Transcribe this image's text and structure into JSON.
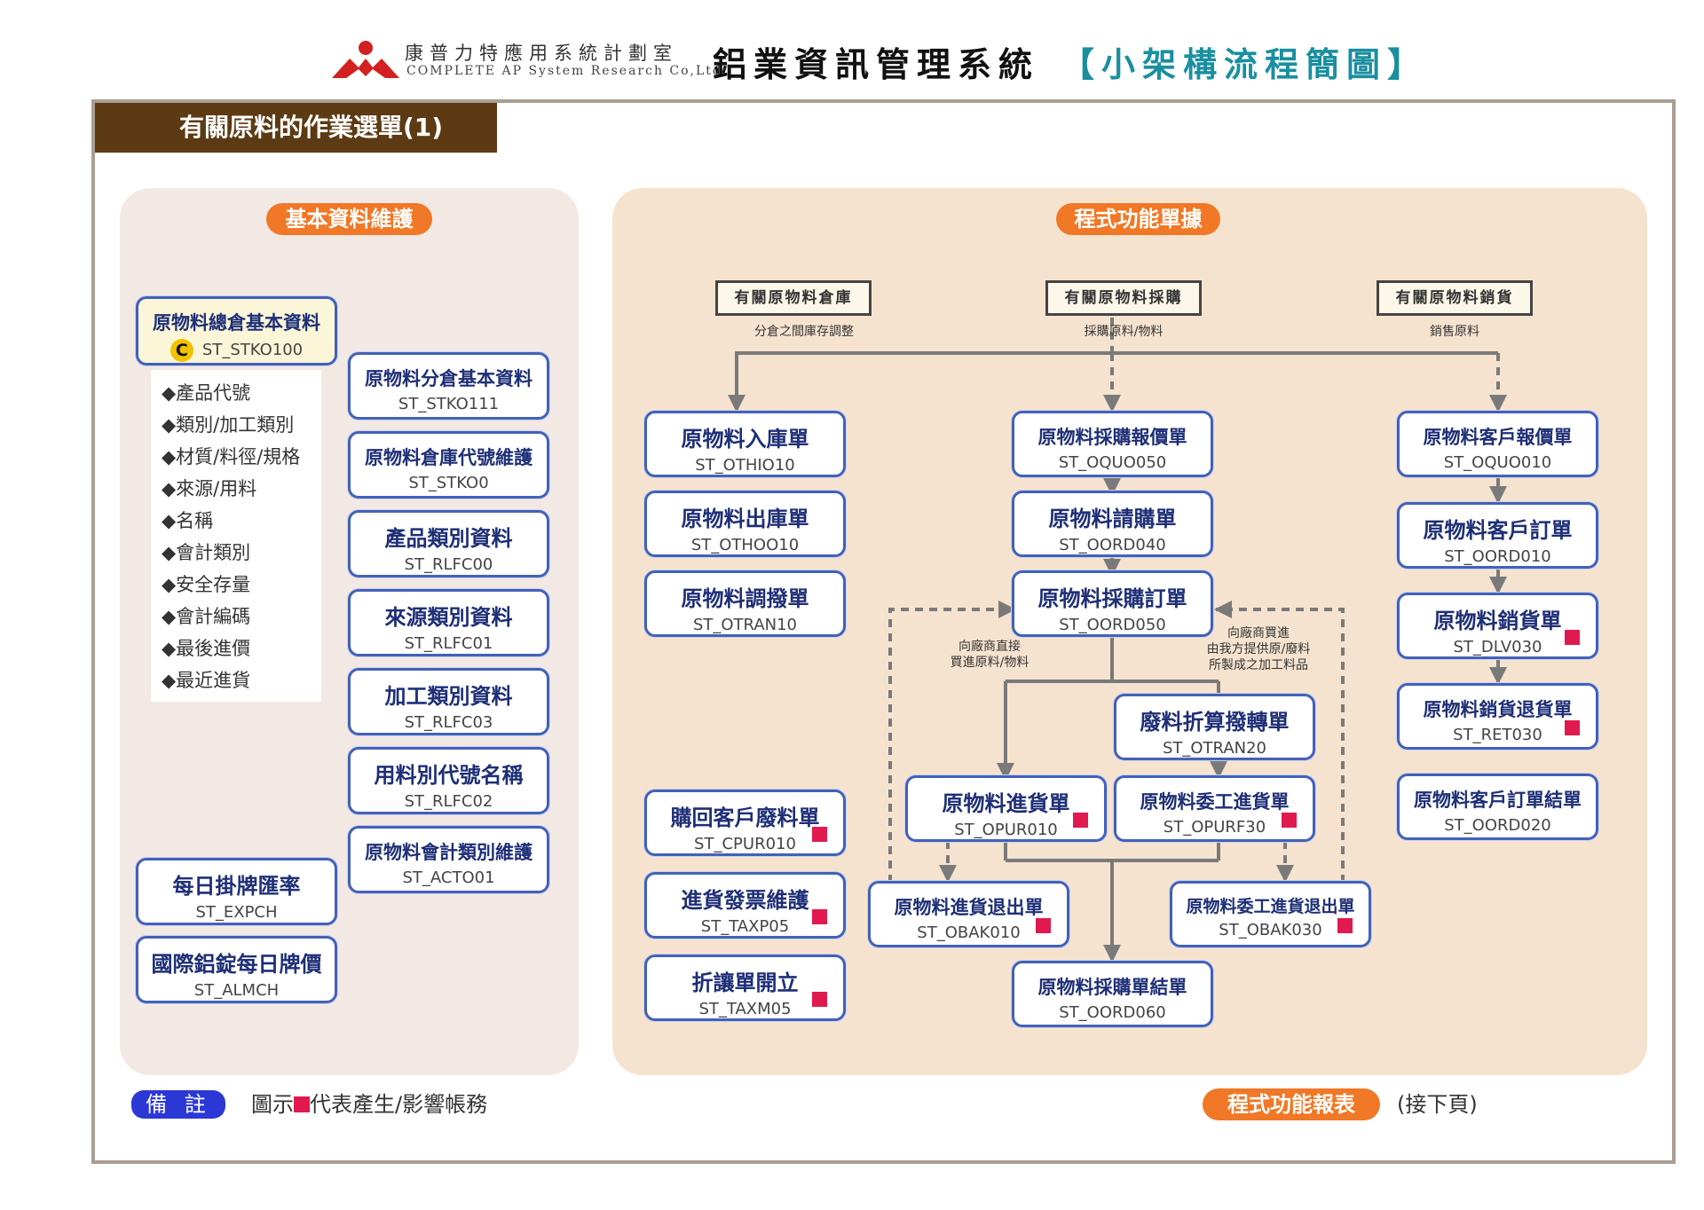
{
  "header": {
    "company_zh": "康普力特應用系統計劃室",
    "company_en": "COMPLETE AP System Research Co,Ltd",
    "system_title": "鋁業資訊管理系統",
    "subtitle": "【小架構流程簡圖】"
  },
  "page_heading": "有關原料的作業選單(1)",
  "sections": {
    "basic": "基本資料維護",
    "forms": "程式功能單據"
  },
  "basic": {
    "main_box": {
      "title": "原物料總倉基本資料",
      "badge": "C",
      "code": "ST_STKO100"
    },
    "fields": [
      "◆產品代號",
      "◆類別/加工類別",
      "◆材質/料徑/規格",
      "◆來源/用料",
      "◆名稱",
      "◆會計類別",
      "◆安全存量",
      "◆會計編碼",
      "◆最後進價",
      "◆最近進貨"
    ],
    "right_boxes": [
      {
        "title": "原物料分倉基本資料",
        "code": "ST_STKO111"
      },
      {
        "title": "原物料倉庫代號維護",
        "code": "ST_STKO0"
      },
      {
        "title": "產品類別資料",
        "code": "ST_RLFC00"
      },
      {
        "title": "來源類別資料",
        "code": "ST_RLFC01"
      },
      {
        "title": "加工類別資料",
        "code": "ST_RLFC03"
      },
      {
        "title": "用料別代號名稱",
        "code": "ST_RLFC02"
      },
      {
        "title": "原物料會計類別維護",
        "code": "ST_ACTO01"
      }
    ],
    "left_boxes": [
      {
        "title": "每日掛牌匯率",
        "code": "ST_EXPCH"
      },
      {
        "title": "國際鋁錠每日牌價",
        "code": "ST_ALMCH"
      }
    ]
  },
  "categories": [
    {
      "label": "有關原物料倉庫",
      "caption": "分倉之間庫存調整"
    },
    {
      "label": "有關原物料採購",
      "caption": "採購原料/物料"
    },
    {
      "label": "有關原物料銷貨",
      "caption": "銷售原料"
    }
  ],
  "warehouse": [
    {
      "title": "原物料入庫單",
      "code": "ST_OTHIO10"
    },
    {
      "title": "原物料出庫單",
      "code": "ST_OTHOO10"
    },
    {
      "title": "原物料調撥單",
      "code": "ST_OTRAN10"
    },
    {
      "title": "購回客戶廢料單",
      "code": "ST_CPUR010"
    },
    {
      "title": "進貨發票維護",
      "code": "ST_TAXP05"
    },
    {
      "title": "折讓單開立",
      "code": "ST_TAXM05"
    }
  ],
  "purchase": {
    "quote": {
      "title": "原物料採購報價單",
      "code": "ST_OQUO050"
    },
    "request": {
      "title": "原物料請購單",
      "code": "ST_OORD040"
    },
    "order": {
      "title": "原物料採購訂單",
      "code": "ST_OORD050"
    },
    "scrap": {
      "title": "廢料折算撥轉單",
      "code": "ST_OTRAN20"
    },
    "receipt": {
      "title": "原物料進貨單",
      "code": "ST_OPUR010"
    },
    "subcontract": {
      "title": "原物料委工進貨單",
      "code": "ST_OPURF30"
    },
    "receipt_return": {
      "title": "原物料進貨退出單",
      "code": "ST_OBAK010"
    },
    "subcontract_return": {
      "title": "原物料委工進貨退出單",
      "code": "ST_OBAK030"
    },
    "close": {
      "title": "原物料採購單結單",
      "code": "ST_OORD060"
    },
    "note_left": [
      "向廠商直接",
      "買進原料/物料"
    ],
    "note_right": [
      "向廠商買進",
      "由我方提供原/廢料",
      "所製成之加工料品"
    ]
  },
  "sales": [
    {
      "title": "原物料客戶報價單",
      "code": "ST_OQUO010"
    },
    {
      "title": "原物料客戶訂單",
      "code": "ST_OORD010"
    },
    {
      "title": "原物料銷貨單",
      "code": "ST_DLV030"
    },
    {
      "title": "原物料銷貨退貨單",
      "code": "ST_RET030"
    },
    {
      "title": "原物料客戶訂單結單",
      "code": "ST_OORD020"
    }
  ],
  "footer": {
    "remark_label": "備 註",
    "remark_prefix": "圖示",
    "remark_suffix": "代表產生/影響帳務",
    "report_label": "程式功能報表",
    "next_page": "(接下頁)"
  },
  "colors": {
    "brand_brown": "#5c3a13",
    "accent_orange": "#f07826",
    "box_border": "#4361b8",
    "accounting_red": "#e01a4f",
    "remark_blue": "#2b38d6",
    "title_teal": "#1a8fa0"
  }
}
